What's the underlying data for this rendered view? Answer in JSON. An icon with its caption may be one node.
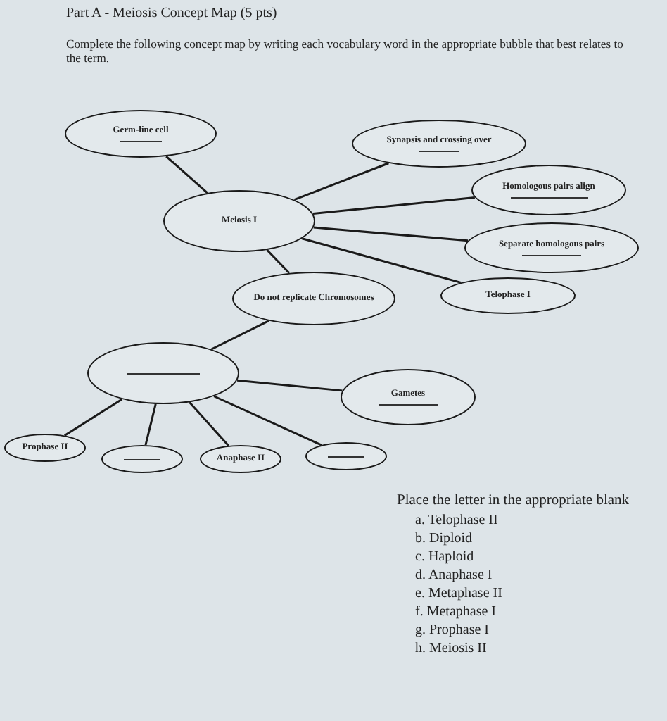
{
  "diagram": {
    "title": "Part A - Meiosis Concept Map (5 pts)",
    "nodes": [
      {
        "text": [
          "Germ-line cell"
        ]
      },
      {
        "text": [
          "Synapsis and crossing over"
        ]
      },
      {
        "text": [
          "Meiosis I"
        ]
      },
      {
        "text": [
          "Homologous pairs align"
        ]
      },
      {
        "text": [
          "Separate homologous pairs"
        ]
      },
      {
        "text": [
          "Do not replicate Chromosomes"
        ]
      },
      {
        "text": [
          "Telophase I"
        ]
      },
      {
        "text": [],
        "shape": "ellipse"
      },
      {
        "text": [
          "Gametes"
        ]
      },
      {
        "text": [
          "Prophase II"
        ]
      },
      {
        "text": [],
        "shape": "ellipse"
      },
      {
        "text": [
          "Anaphase II"
        ]
      },
      {
        "text": [],
        "shape": "ellipse"
      }
    ],
    "edges": [
      {
        "from": 0,
        "to": 2,
        "arrow": "none"
      },
      {
        "from": 2,
        "to": 1,
        "arrow": "none"
      },
      {
        "from": 2,
        "to": 3,
        "arrow": "none"
      },
      {
        "from": 2,
        "to": 4,
        "arrow": "none"
      },
      {
        "from": 2,
        "to": 6,
        "arrow": "none"
      },
      {
        "from": 2,
        "to": 5,
        "arrow": "none"
      },
      {
        "from": 5,
        "to": 7,
        "arrow": "none"
      },
      {
        "from": 7,
        "to": 8,
        "arrow": "none"
      },
      {
        "from": 7,
        "to": 9,
        "arrow": "none"
      },
      {
        "from": 7,
        "to": 10,
        "arrow": "none"
      },
      {
        "from": 7,
        "to": 11,
        "arrow": "none"
      },
      {
        "from": 7,
        "to": 12,
        "arrow": "none"
      }
    ],
    "labels": [
      "Complete the following concept map by writing each vocabulary word in the appropriate bubble that best relates to the term.",
      "Place the letter in the appropriate blank",
      "a. Telophase II",
      "b. Diploid",
      "c. Haploid",
      "d. Anaphase I",
      "e. Metaphase II",
      "f. Metaphase I",
      "g. Prophase I",
      "h. Meiosis II"
    ]
  }
}
